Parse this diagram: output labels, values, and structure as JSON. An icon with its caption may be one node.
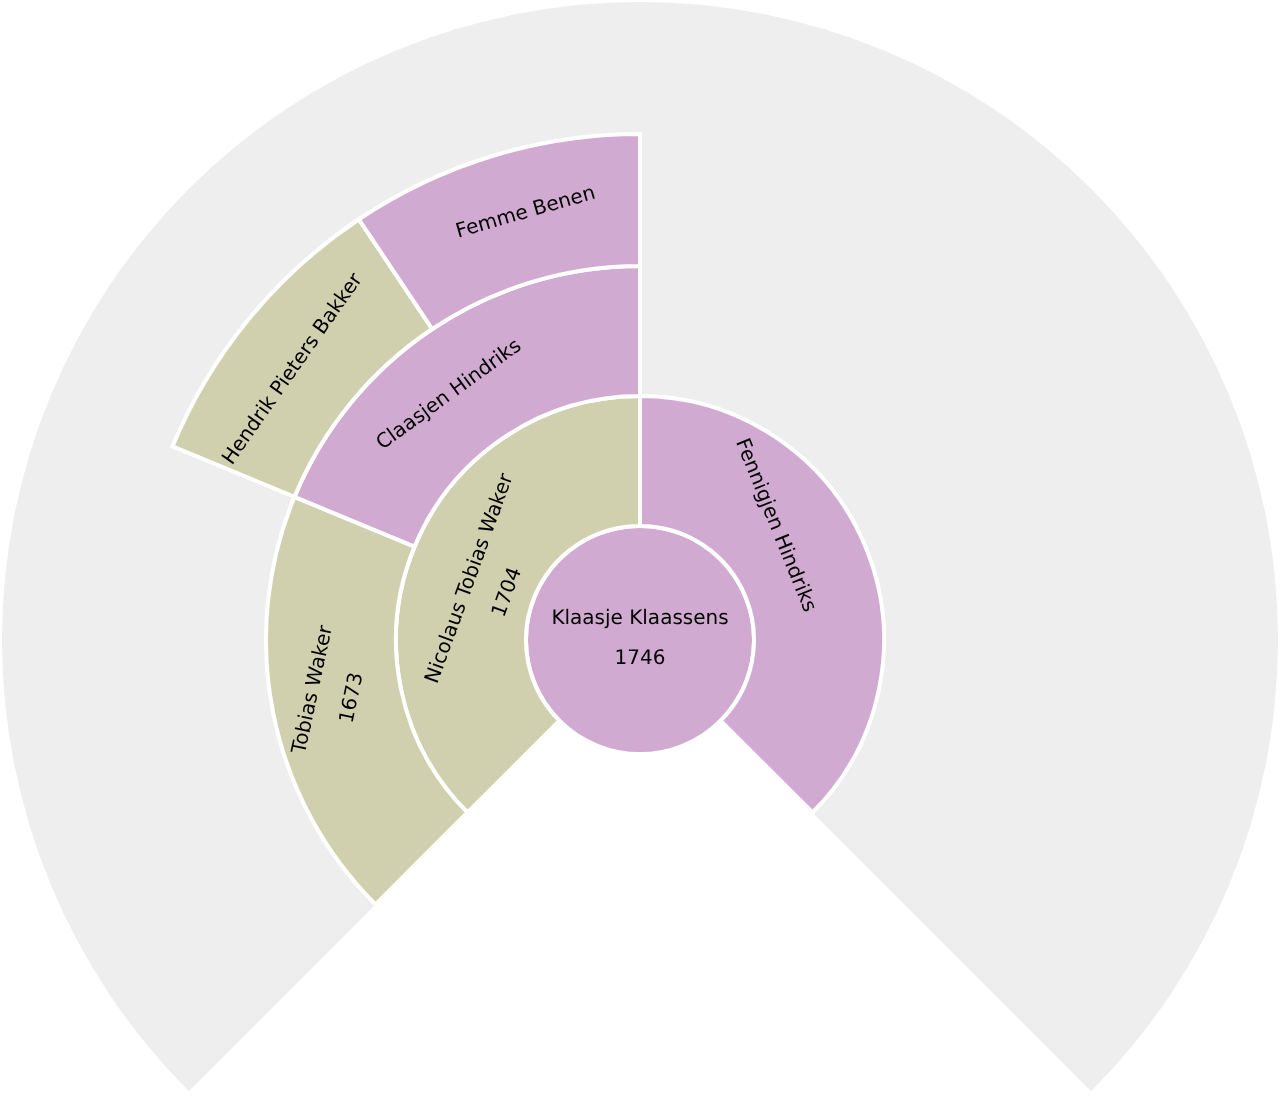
{
  "diagram": {
    "nodes": [
      {
        "text": [
          "Klaasje Klaassens",
          "1746"
        ]
      },
      {
        "text": [
          "Nicolaus Tobias Waker",
          "1704"
        ]
      },
      {
        "text": [
          "Fennigjen Hindriks"
        ]
      },
      {
        "text": [
          "Tobias Waker",
          "1673"
        ]
      },
      {
        "text": [
          "Claasjen Hindriks"
        ]
      },
      {
        "text": [
          "Hendrik Pieters Bakker"
        ]
      },
      {
        "text": [
          "Femme Benen"
        ]
      }
    ]
  }
}
